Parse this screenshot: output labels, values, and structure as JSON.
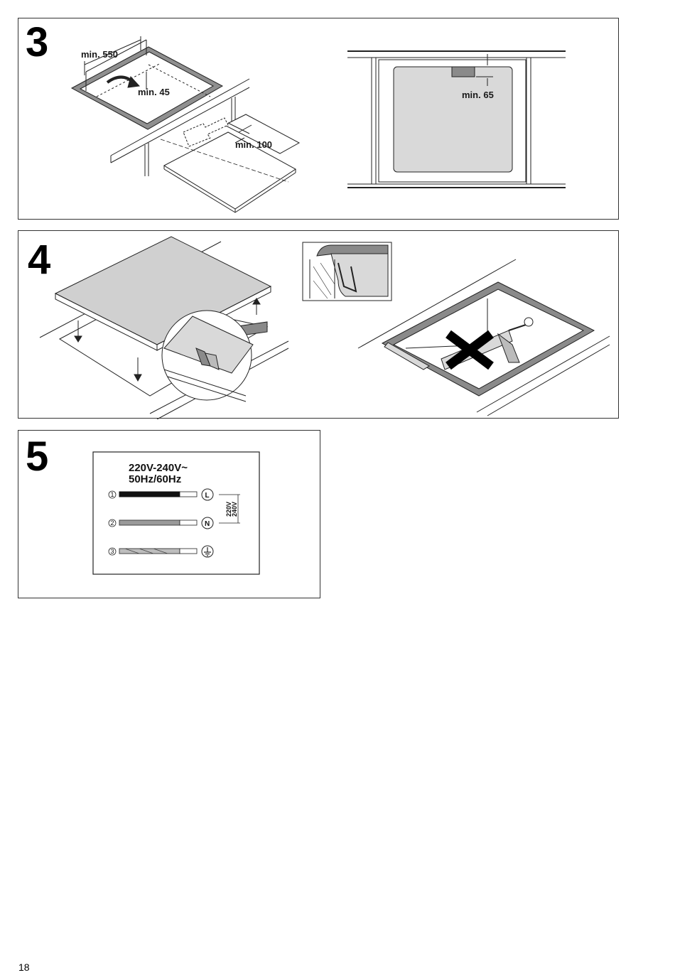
{
  "step3": {
    "number": "3",
    "dim_min_550": "min. 550",
    "dim_min_45": "min. 45",
    "dim_min_100": "min. 100",
    "dim_min_65": "min. 65"
  },
  "step4": {
    "number": "4"
  },
  "step5": {
    "number": "5",
    "voltage": "220V-240V~",
    "frequency": "50Hz/60Hz",
    "wires": [
      {
        "index": "1",
        "terminal": "L"
      },
      {
        "index": "2",
        "terminal": "N"
      },
      {
        "index": "3",
        "terminal": "ground-icon"
      }
    ],
    "bracket_label_top": "220V",
    "bracket_label_bottom": "240V"
  },
  "page_number": "18",
  "colors": {
    "surface_gray": "#d9d9d9",
    "dark_gray": "#8a8a8a",
    "line": "#222222"
  }
}
